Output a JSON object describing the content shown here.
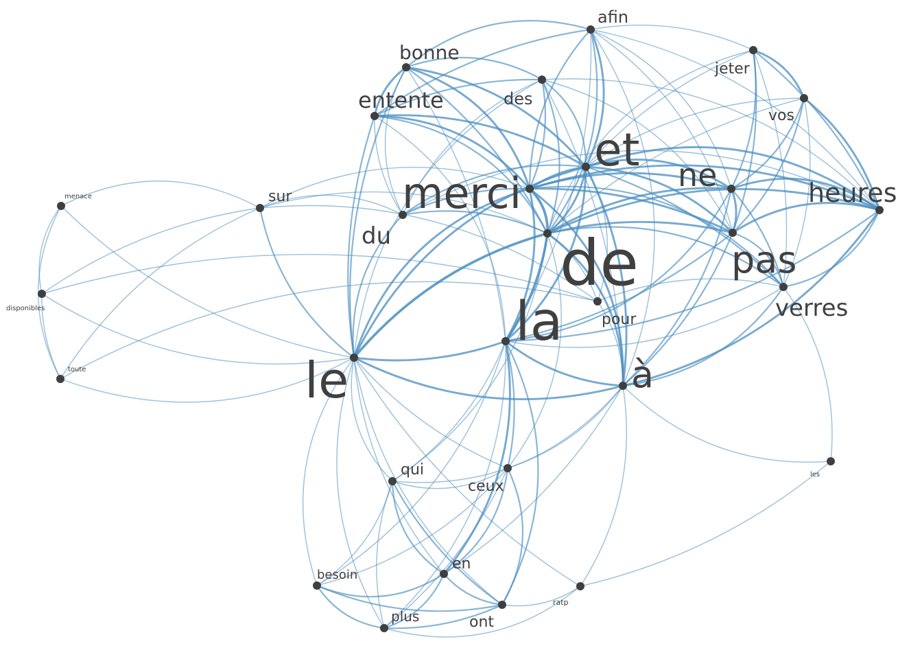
{
  "colors": {
    "edge": "#4a8ec0",
    "node": "#3f3f3f",
    "label": "#404040",
    "background": "#ffffff"
  },
  "nodes": [
    {
      "id": "de",
      "label": "de"
    },
    {
      "id": "la",
      "label": "la"
    },
    {
      "id": "le",
      "label": "le"
    },
    {
      "id": "et",
      "label": "et"
    },
    {
      "id": "merci",
      "label": "merci"
    },
    {
      "id": "a",
      "label": "à"
    },
    {
      "id": "pas",
      "label": "pas"
    },
    {
      "id": "ne",
      "label": "ne"
    },
    {
      "id": "heures",
      "label": "heures"
    },
    {
      "id": "verres",
      "label": "verres"
    },
    {
      "id": "entente",
      "label": "entente"
    },
    {
      "id": "bonne",
      "label": "bonne"
    },
    {
      "id": "du",
      "label": "du"
    },
    {
      "id": "des",
      "label": "des"
    },
    {
      "id": "afin",
      "label": "afin"
    },
    {
      "id": "jeter",
      "label": "jeter"
    },
    {
      "id": "vos",
      "label": "vos"
    },
    {
      "id": "sur",
      "label": "sur"
    },
    {
      "id": "pour",
      "label": "pour"
    },
    {
      "id": "qui",
      "label": "qui"
    },
    {
      "id": "ceux",
      "label": "ceux"
    },
    {
      "id": "en",
      "label": "en"
    },
    {
      "id": "ont",
      "label": "ont"
    },
    {
      "id": "plus",
      "label": "plus"
    },
    {
      "id": "besoin",
      "label": "besoin"
    },
    {
      "id": "ratp",
      "label": "ratp"
    },
    {
      "id": "les",
      "label": "les"
    },
    {
      "id": "menace",
      "label": "menace"
    },
    {
      "id": "disponibles",
      "label": "disponibles"
    },
    {
      "id": "toute",
      "label": "toute"
    }
  ],
  "edges": [
    [
      "de",
      "la",
      4
    ],
    [
      "de",
      "le",
      4
    ],
    [
      "de",
      "et",
      3
    ],
    [
      "de",
      "merci",
      4
    ],
    [
      "de",
      "a",
      3
    ],
    [
      "de",
      "pas",
      3
    ],
    [
      "de",
      "ne",
      3
    ],
    [
      "de",
      "heures",
      3
    ],
    [
      "de",
      "verres",
      2
    ],
    [
      "de",
      "entente",
      2
    ],
    [
      "de",
      "bonne",
      2
    ],
    [
      "de",
      "du",
      2
    ],
    [
      "de",
      "des",
      2
    ],
    [
      "de",
      "afin",
      2
    ],
    [
      "de",
      "jeter",
      1
    ],
    [
      "de",
      "vos",
      1
    ],
    [
      "de",
      "pour",
      1
    ],
    [
      "de",
      "sur",
      1
    ],
    [
      "de",
      "qui",
      1
    ],
    [
      "de",
      "ceux",
      1
    ],
    [
      "la",
      "le",
      3
    ],
    [
      "la",
      "a",
      3
    ],
    [
      "la",
      "merci",
      3
    ],
    [
      "la",
      "et",
      3
    ],
    [
      "la",
      "ne",
      2
    ],
    [
      "la",
      "pas",
      2
    ],
    [
      "la",
      "heures",
      2
    ],
    [
      "la",
      "verres",
      1
    ],
    [
      "la",
      "en",
      3
    ],
    [
      "la",
      "ont",
      2
    ],
    [
      "la",
      "ceux",
      2
    ],
    [
      "la",
      "qui",
      1
    ],
    [
      "la",
      "besoin",
      1
    ],
    [
      "la",
      "plus",
      1
    ],
    [
      "la",
      "entente",
      1
    ],
    [
      "la",
      "bonne",
      1
    ],
    [
      "la",
      "afin",
      1
    ],
    [
      "le",
      "a",
      3
    ],
    [
      "le",
      "et",
      3
    ],
    [
      "le",
      "merci",
      3
    ],
    [
      "le",
      "entente",
      2
    ],
    [
      "le",
      "bonne",
      2
    ],
    [
      "le",
      "sur",
      2
    ],
    [
      "le",
      "du",
      2
    ],
    [
      "le",
      "qui",
      1
    ],
    [
      "le",
      "ceux",
      1
    ],
    [
      "le",
      "en",
      1
    ],
    [
      "le",
      "ont",
      1
    ],
    [
      "le",
      "plus",
      1
    ],
    [
      "le",
      "besoin",
      1
    ],
    [
      "le",
      "ratp",
      1
    ],
    [
      "le",
      "menace",
      1
    ],
    [
      "le",
      "disponibles",
      1
    ],
    [
      "le",
      "toute",
      1
    ],
    [
      "le",
      "des",
      1
    ],
    [
      "et",
      "merci",
      3
    ],
    [
      "et",
      "a",
      3
    ],
    [
      "et",
      "pas",
      3
    ],
    [
      "et",
      "ne",
      3
    ],
    [
      "et",
      "heures",
      3
    ],
    [
      "et",
      "verres",
      2
    ],
    [
      "et",
      "entente",
      3
    ],
    [
      "et",
      "bonne",
      3
    ],
    [
      "et",
      "afin",
      3
    ],
    [
      "et",
      "des",
      2
    ],
    [
      "et",
      "jeter",
      1
    ],
    [
      "et",
      "vos",
      1
    ],
    [
      "et",
      "du",
      2
    ],
    [
      "et",
      "pour",
      1
    ],
    [
      "merci",
      "a",
      3
    ],
    [
      "merci",
      "pas",
      3
    ],
    [
      "merci",
      "ne",
      3
    ],
    [
      "merci",
      "heures",
      3
    ],
    [
      "merci",
      "entente",
      3
    ],
    [
      "merci",
      "bonne",
      3
    ],
    [
      "merci",
      "du",
      2
    ],
    [
      "merci",
      "des",
      2
    ],
    [
      "merci",
      "afin",
      2
    ],
    [
      "merci",
      "sur",
      1
    ],
    [
      "merci",
      "verres",
      2
    ],
    [
      "a",
      "pas",
      2
    ],
    [
      "a",
      "ne",
      2
    ],
    [
      "a",
      "heures",
      3
    ],
    [
      "a",
      "verres",
      2
    ],
    [
      "a",
      "afin",
      1
    ],
    [
      "a",
      "des",
      1
    ],
    [
      "a",
      "pour",
      1
    ],
    [
      "a",
      "ratp",
      1
    ],
    [
      "a",
      "les",
      1
    ],
    [
      "a",
      "qui",
      1
    ],
    [
      "a",
      "en",
      1
    ],
    [
      "a",
      "ceux",
      1
    ],
    [
      "pas",
      "ne",
      3
    ],
    [
      "pas",
      "heures",
      3
    ],
    [
      "pas",
      "verres",
      2
    ],
    [
      "pas",
      "jeter",
      2
    ],
    [
      "pas",
      "vos",
      2
    ],
    [
      "pas",
      "afin",
      1
    ],
    [
      "pas",
      "des",
      1
    ],
    [
      "ne",
      "heures",
      3
    ],
    [
      "ne",
      "verres",
      2
    ],
    [
      "ne",
      "jeter",
      2
    ],
    [
      "ne",
      "vos",
      2
    ],
    [
      "ne",
      "afin",
      1
    ],
    [
      "heures",
      "verres",
      2
    ],
    [
      "heures",
      "jeter",
      2
    ],
    [
      "heures",
      "vos",
      3
    ],
    [
      "heures",
      "afin",
      1
    ],
    [
      "heures",
      "des",
      1
    ],
    [
      "heures",
      "du",
      1
    ],
    [
      "verres",
      "jeter",
      1
    ],
    [
      "verres",
      "vos",
      1
    ],
    [
      "verres",
      "les",
      1
    ],
    [
      "jeter",
      "vos",
      3
    ],
    [
      "afin",
      "bonne",
      2
    ],
    [
      "afin",
      "entente",
      2
    ],
    [
      "afin",
      "jeter",
      1
    ],
    [
      "bonne",
      "entente",
      3
    ],
    [
      "bonne",
      "des",
      2
    ],
    [
      "bonne",
      "du",
      1
    ],
    [
      "entente",
      "des",
      2
    ],
    [
      "entente",
      "du",
      1
    ],
    [
      "des",
      "du",
      1
    ],
    [
      "sur",
      "du",
      1
    ],
    [
      "sur",
      "menace",
      1
    ],
    [
      "sur",
      "disponibles",
      1
    ],
    [
      "sur",
      "toute",
      1
    ],
    [
      "sur",
      "pour",
      1
    ],
    [
      "menace",
      "disponibles",
      1
    ],
    [
      "menace",
      "toute",
      1
    ],
    [
      "disponibles",
      "toute",
      1
    ],
    [
      "disponibles",
      "pour",
      1
    ],
    [
      "toute",
      "pour",
      1
    ],
    [
      "qui",
      "ceux",
      1
    ],
    [
      "qui",
      "en",
      2
    ],
    [
      "qui",
      "ont",
      2
    ],
    [
      "qui",
      "plus",
      1
    ],
    [
      "qui",
      "besoin",
      1
    ],
    [
      "ceux",
      "en",
      2
    ],
    [
      "ceux",
      "ont",
      2
    ],
    [
      "ceux",
      "plus",
      1
    ],
    [
      "ceux",
      "besoin",
      1
    ],
    [
      "en",
      "ont",
      2
    ],
    [
      "en",
      "plus",
      2
    ],
    [
      "en",
      "besoin",
      2
    ],
    [
      "ont",
      "plus",
      2
    ],
    [
      "ont",
      "besoin",
      2
    ],
    [
      "ont",
      "ratp",
      1
    ],
    [
      "plus",
      "besoin",
      2
    ],
    [
      "plus",
      "ratp",
      1
    ],
    [
      "ratp",
      "les",
      1
    ],
    [
      "pour",
      "verres",
      1
    ]
  ]
}
